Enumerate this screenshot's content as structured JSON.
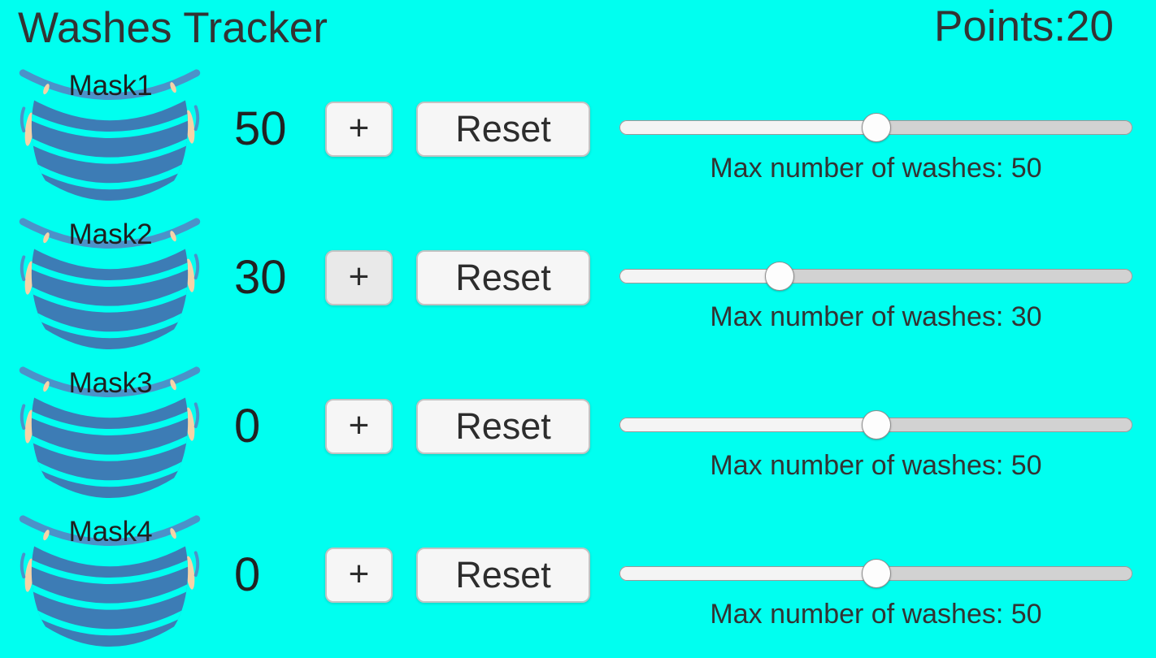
{
  "header": {
    "title": "Washes Tracker",
    "points_label": "Points:",
    "points_value": "20"
  },
  "buttons": {
    "plus": "+",
    "reset": "Reset"
  },
  "masks": [
    {
      "name": "Mask1",
      "count": "50",
      "max_label": "Max number of washes: 50",
      "slider_percent": 50,
      "plus_pressed": false
    },
    {
      "name": "Mask2",
      "count": "30",
      "max_label": "Max number of washes: 30",
      "slider_percent": 30,
      "plus_pressed": true
    },
    {
      "name": "Mask3",
      "count": "0",
      "max_label": "Max number of washes: 50",
      "slider_percent": 50,
      "plus_pressed": false
    },
    {
      "name": "Mask4",
      "count": "0",
      "max_label": "Max number of washes: 50",
      "slider_percent": 50,
      "plus_pressed": false
    }
  ],
  "colors": {
    "background": "#00fff0",
    "text_dark": "#333333",
    "mask_body": "#3d7cb5",
    "mask_fold": "#4b92c9",
    "mask_strap": "#f5d3a7",
    "button_bg": "#f6f6f6",
    "button_bg_pressed": "#e9e9e9",
    "button_border": "#c3c3c3",
    "slider_fill": "#f4f4f4",
    "slider_track": "#d2d2d2",
    "slider_border": "#9a9a9a",
    "thumb_bg": "#fdfdfd"
  }
}
